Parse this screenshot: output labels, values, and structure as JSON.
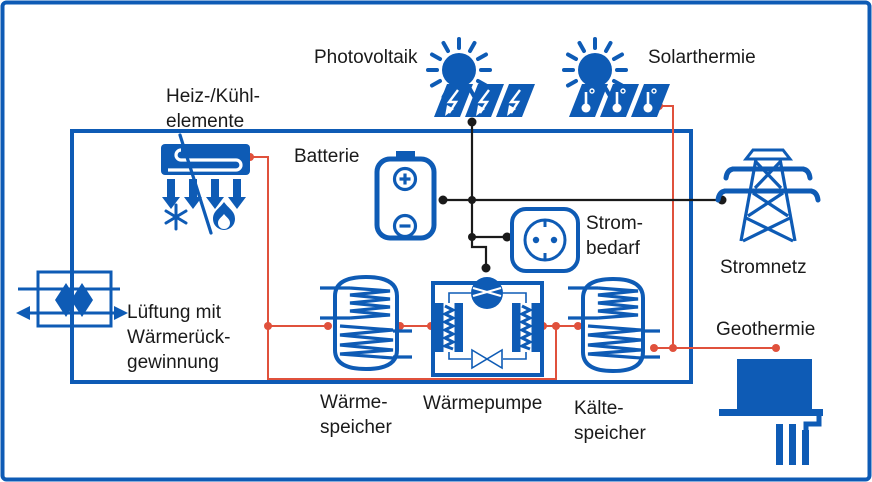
{
  "diagram": {
    "description": "Schematic of a building energy system with heat (red) and electricity (black) circuits",
    "colors": {
      "blue": "#0e5bb5",
      "heat_circuit_red": "#e0513c",
      "electric_circuit_black": "#1a1a1a",
      "background": "#ffffff"
    },
    "labels": {
      "photovoltaik": {
        "text": "Photovoltaik"
      },
      "solarthermie": {
        "text": "Solarthermie"
      },
      "heiz_kuehl": {
        "lines": [
          "Heiz-/Kühl-",
          "elemente"
        ]
      },
      "batterie": {
        "text": "Batterie"
      },
      "strombedarf": {
        "lines": [
          "Strom-",
          "bedarf"
        ]
      },
      "stromnetz": {
        "text": "Stromnetz"
      },
      "lueftung": {
        "lines": [
          "Lüftung mit",
          "Wärmerück-",
          "gewinnung"
        ]
      },
      "waermespeicher": {
        "lines": [
          "Wärme-",
          "speicher"
        ]
      },
      "waermepumpe": {
        "text": "Wärmepumpe"
      },
      "kaeltespeicher": {
        "lines": [
          "Kälte-",
          "speicher"
        ]
      },
      "geothermie": {
        "text": "Geothermie"
      }
    },
    "components": [
      {
        "id": "heating-cooling-elements",
        "icon": "radiator-with-snowflake-and-flame-icon",
        "circuit": "heat"
      },
      {
        "id": "ventilation-heat-recovery",
        "icon": "heat-exchanger-ventilation-icon",
        "circuit": "air"
      },
      {
        "id": "photovoltaic",
        "icon": "sun-with-pv-panels-icon",
        "circuit": "electric"
      },
      {
        "id": "solar-thermal",
        "icon": "sun-with-thermal-panels-icon",
        "circuit": "heat"
      },
      {
        "id": "battery",
        "icon": "battery-icon",
        "circuit": "electric"
      },
      {
        "id": "electricity-demand",
        "icon": "power-socket-icon",
        "circuit": "electric"
      },
      {
        "id": "power-grid",
        "icon": "transmission-tower-icon",
        "circuit": "electric"
      },
      {
        "id": "heat-storage",
        "icon": "storage-tank-coils-icon",
        "circuit": "heat"
      },
      {
        "id": "heat-pump",
        "icon": "heat-pump-compressor-icon",
        "circuit": "heat"
      },
      {
        "id": "cold-storage",
        "icon": "storage-tank-coils-icon",
        "circuit": "heat"
      },
      {
        "id": "geothermal",
        "icon": "ground-probe-icon",
        "circuit": "heat"
      }
    ]
  }
}
